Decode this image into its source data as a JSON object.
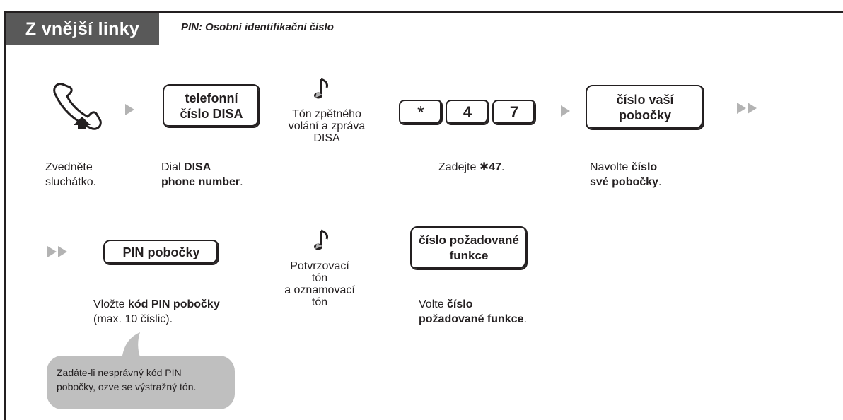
{
  "header": {
    "title": "Z vnější linky",
    "subtitle": "PIN: Osobní identifikační číslo"
  },
  "step1": {
    "icon": "handset-offhook-icon",
    "caption_line1": "Zvedněte",
    "caption_line2": "sluchátko."
  },
  "step2": {
    "key_line1": "telefonní",
    "key_line2": "číslo DISA",
    "caption_prefix": "Dial ",
    "caption_bold1": "DISA",
    "caption_bold2": "phone number",
    "caption_suffix": "."
  },
  "tone1": {
    "icon": "music-note-icon",
    "line1": "Tón zpětného",
    "line2": "volání a zpráva",
    "line3": "DISA"
  },
  "step3": {
    "keys": [
      "*",
      "4",
      "7"
    ],
    "caption_prefix": "Zadejte ",
    "caption_bold": "✱47",
    "caption_suffix": "."
  },
  "step4": {
    "key_line1": "číslo vaší",
    "key_line2": "pobočky",
    "caption_prefix": "Navolte ",
    "caption_bold1": "číslo",
    "caption_bold2": "své pobočky",
    "caption_suffix": "."
  },
  "step5": {
    "key": "PIN pobočky",
    "caption_prefix": "Vložte ",
    "caption_bold": "kód PIN pobočky",
    "caption_line2": "(max. 10 číslic)."
  },
  "tone2": {
    "icon": "music-note-icon",
    "line1": "Potvrzovací",
    "line2": "tón",
    "line3": "a oznamovací",
    "line4": "tón"
  },
  "step6": {
    "key_line1": "číslo požadované",
    "key_line2": "funkce",
    "caption_prefix": "Volte ",
    "caption_bold1": "číslo",
    "caption_bold2": "požadované funkce",
    "caption_suffix": "."
  },
  "note": {
    "line1": "Zadáte-li nesprávný kód PIN",
    "line2": "pobočky, ozve se výstražný tón."
  },
  "colors": {
    "header_bg": "#595959",
    "arrow": "#b3b3b3",
    "bubble": "#bfbfbf"
  }
}
